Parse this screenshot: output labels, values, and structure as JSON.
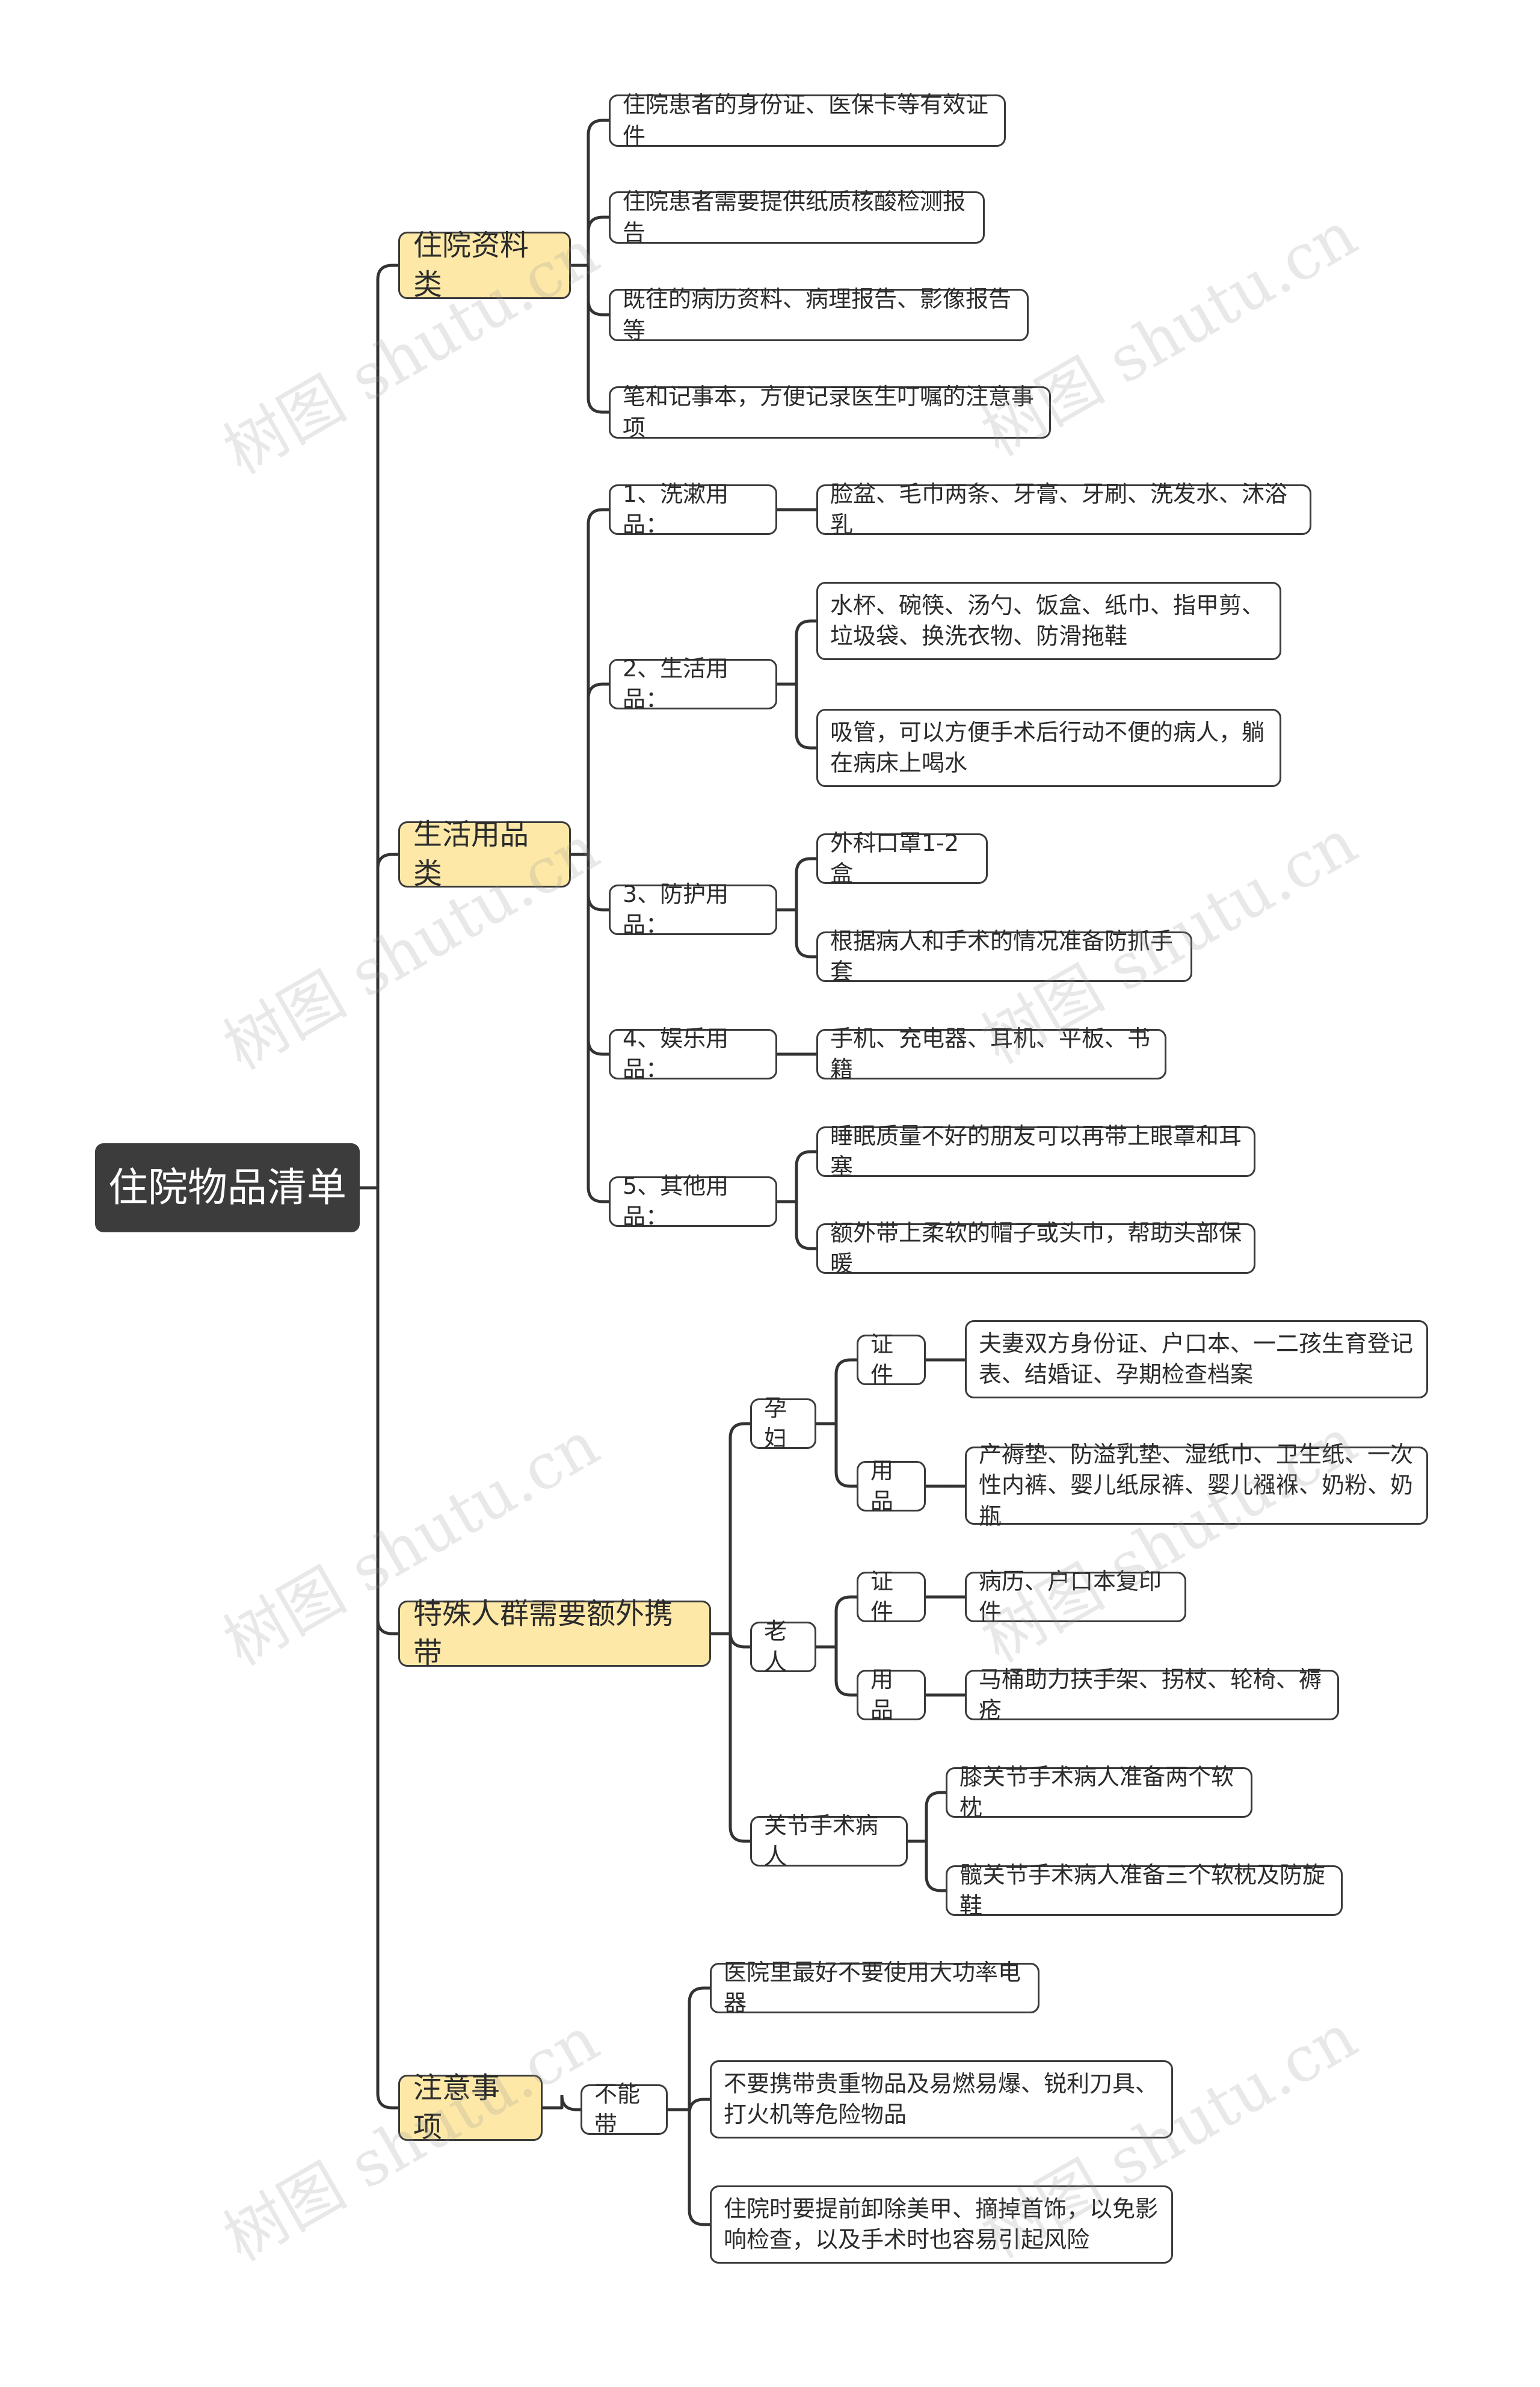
{
  "root": "住院物品清单",
  "categories": [
    {
      "label": "住院资料类",
      "items": [
        "住院患者的身份证、医保卡等有效证件",
        "住院患者需要提供纸质核酸检测报告",
        "既往的病历资料、病理报告、影像报告等",
        "笔和记事本，方便记录医生叮嘱的注意事项"
      ]
    },
    {
      "label": "生活用品类",
      "groups": [
        {
          "label": "1、洗漱用品：",
          "items": [
            "脸盆、毛巾两条、牙膏、牙刷、洗发水、沐浴乳"
          ]
        },
        {
          "label": "2、生活用品：",
          "items": [
            "水杯、碗筷、汤勺、饭盒、纸巾、指甲剪、垃圾袋、换洗衣物、防滑拖鞋",
            "吸管，可以方便手术后行动不便的病人，躺在病床上喝水"
          ]
        },
        {
          "label": "3、防护用品：",
          "items": [
            "外科口罩1-2盒",
            "根据病人和手术的情况准备防抓手套"
          ]
        },
        {
          "label": "4、娱乐用品：",
          "items": [
            "手机、充电器、耳机、平板、书籍"
          ]
        },
        {
          "label": "5、其他用品：",
          "items": [
            "睡眠质量不好的朋友可以再带上眼罩和耳塞",
            "额外带上柔软的帽子或头巾，帮助头部保暖"
          ]
        }
      ]
    },
    {
      "label": "特殊人群需要额外携带",
      "groups": [
        {
          "label": "孕妇",
          "sub": [
            {
              "label": "证件",
              "items": [
                "夫妻双方身份证、户口本、一二孩生育登记表、结婚证、孕期检查档案"
              ]
            },
            {
              "label": "用品",
              "items": [
                "产褥垫、防溢乳垫、湿纸巾、卫生纸、一次性内裤、婴儿纸尿裤、婴儿襁褓、奶粉、奶瓶"
              ]
            }
          ]
        },
        {
          "label": "老人",
          "sub": [
            {
              "label": "证件",
              "items": [
                "病历、户口本复印件"
              ]
            },
            {
              "label": "用品",
              "items": [
                "马桶助力扶手架、拐杖、轮椅、褥疮"
              ]
            }
          ]
        },
        {
          "label": "关节手术病人",
          "items": [
            "膝关节手术病人准备两个软枕",
            "髋关节手术病人准备三个软枕及防旋鞋"
          ]
        }
      ]
    },
    {
      "label": "注意事项",
      "groups": [
        {
          "label": "不能带",
          "items": [
            "医院里最好不要使用大功率电器",
            "不要携带贵重物品及易燃易爆、锐利刀具、打火机等危险物品",
            "住院时要提前卸除美甲、摘掉首饰，以免影响检查，以及手术时也容易引起风险"
          ]
        }
      ]
    }
  ],
  "watermark": "树图 shutu.cn"
}
